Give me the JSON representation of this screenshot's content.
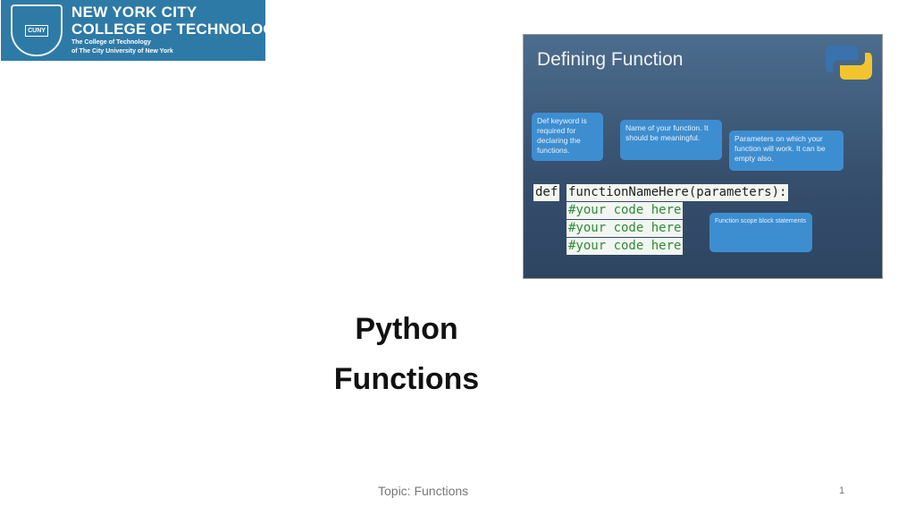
{
  "logo": {
    "line1": "NEW YORK CITY",
    "line2": "COLLEGE OF TECHNOLOGY",
    "line3": "The College of Technology",
    "line4": "of The City University of New York",
    "seal": "CUNY"
  },
  "image": {
    "title": "Defining Function",
    "callouts": [
      "Def keyword is required for declaring the functions.",
      "Name of your function. It should be meaningful.",
      "Parameters on which your function will work. It can be empty also.",
      "Function scope block statements"
    ],
    "code": {
      "keyword": "def",
      "signature": "functionNameHere(parameters):",
      "body": [
        "#your code here",
        "#your code here",
        "#your code here"
      ]
    }
  },
  "slide": {
    "title_line1": "Python",
    "title_line2": "Functions",
    "footer": "Topic: Functions",
    "page_number": "1"
  }
}
